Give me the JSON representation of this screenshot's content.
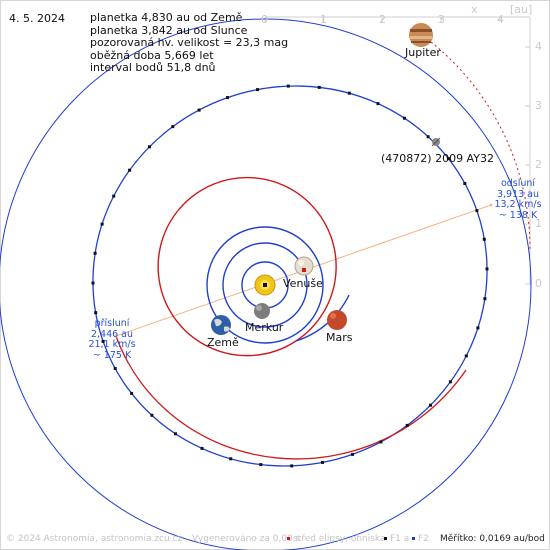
{
  "date": "4. 5. 2024",
  "info_lines": [
    "planetka 4,830 au od Země",
    "planetka 3,842 au od Slunce",
    "pozorovaná hv. velikost = 23,3 mag",
    "oběžná doba 5,669 let",
    "interval bodů 51,8 dnů"
  ],
  "axes": {
    "x_label": "x",
    "unit_label": "[au]",
    "x_ticks": [
      "0",
      "1",
      "2",
      "3",
      "4"
    ],
    "y_ticks": [
      "4",
      "3",
      "2",
      "1",
      "0"
    ]
  },
  "planets": {
    "jupiter": "Jupiter",
    "venus": "Venuše",
    "mercury": "Merkur",
    "earth": "Země",
    "mars": "Mars"
  },
  "asteroid_label": "(470872) 2009 AY32",
  "aphelion": {
    "title": "odsluní",
    "distance": "3,913 au",
    "speed": "13,2 km/s",
    "temp": "~ 138 K"
  },
  "perihelion": {
    "title": "přísluní",
    "distance": "2,446 au",
    "speed": "21,1 km/s",
    "temp": "~ 175 K"
  },
  "footer": {
    "copyright": "© 2024 Astronomia, astronomia.zcu.cz",
    "generated": "Vygenerováno za 0,09 s",
    "legend_center": "střed elipsy, ohniska",
    "legend_f1": "F1 a",
    "legend_f2": "F2",
    "scale": "Měřítko: 0,0169 au/bod"
  },
  "colors": {
    "orbit_blue": "#1f3fd0",
    "orbit_red": "#d01818",
    "apsis_line": "#f4b48a",
    "label_blue": "#2a4fd8"
  }
}
